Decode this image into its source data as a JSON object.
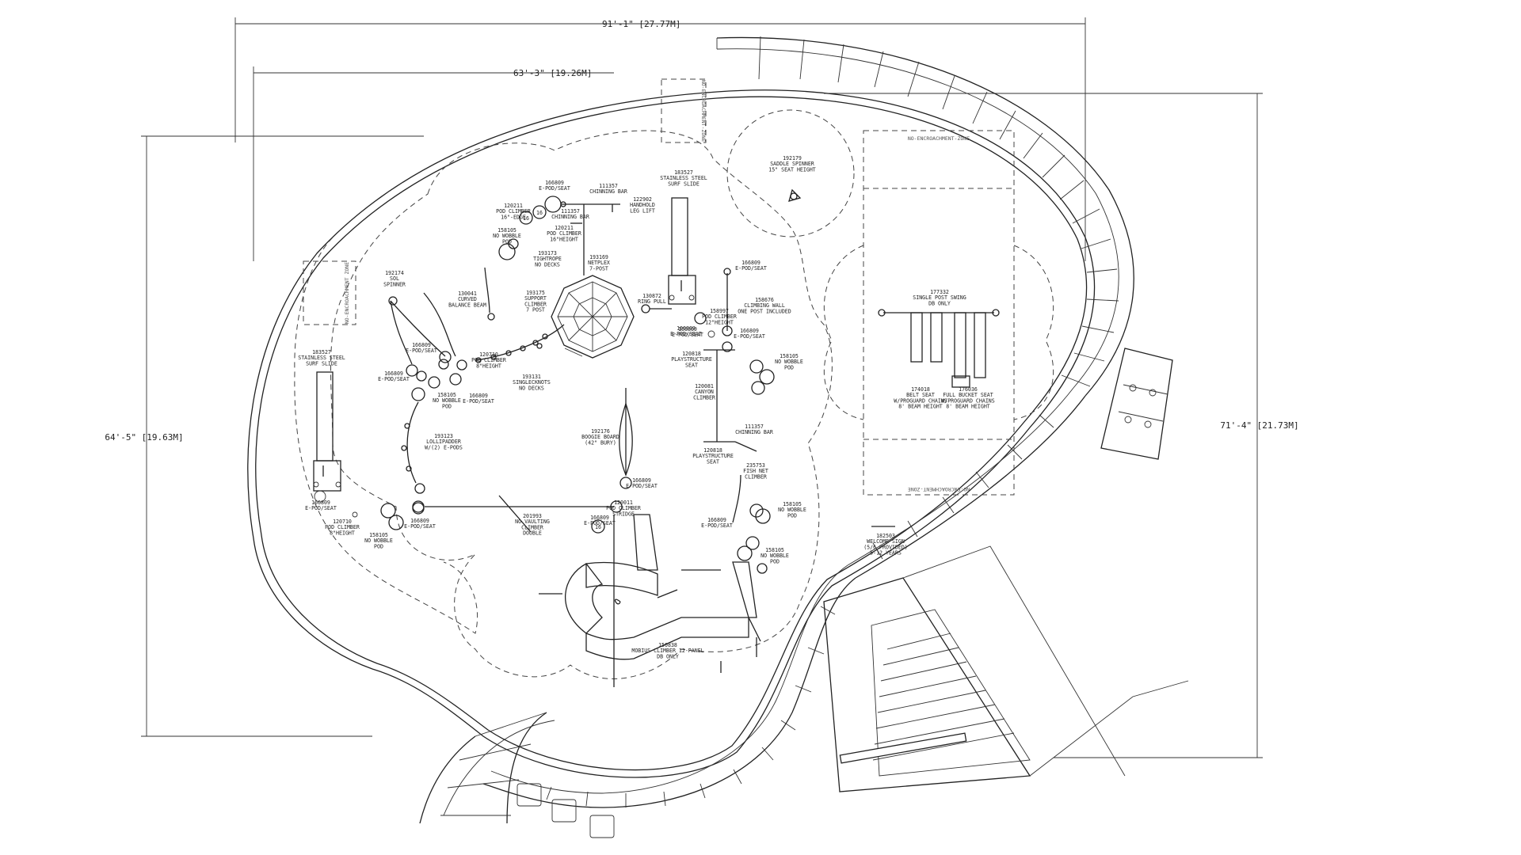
{
  "dimensions": {
    "overall_width": "91'-1\" [27.77M]",
    "inner_width": "63'-3\" [19.26M]",
    "left_height": "64'-5\" [19.63M]",
    "right_height": "71'-4\" [21.73M]"
  },
  "zones": {
    "no_encroachment_top": "NO-ENCROACHMENT-ZONE",
    "no_encroachment_left": "NO-ENCROACHMENT ZONE",
    "no_encroachment_swing_top": "NO-ENCROACHMENT-ZONE",
    "no_encroachment_swing_bottom": "NO-ENCROACHMENT-ZONE"
  },
  "callouts": [
    {
      "id": "c-surf-slide-left",
      "lines": [
        "183527",
        "STAINLESS STEEL",
        "SURF SLIDE"
      ]
    },
    {
      "id": "c-sol-spinner",
      "lines": [
        "192174",
        "SOL",
        "SPINNER"
      ]
    },
    {
      "id": "c-curved-balance-beam",
      "lines": [
        "130041",
        "CURVED",
        "BALANCE BEAM"
      ]
    },
    {
      "id": "c-pod-climber-16-a",
      "lines": [
        "120211",
        "POD CLIMBER",
        "16\"-EDGE"
      ]
    },
    {
      "id": "c-pod-climber-16-b",
      "lines": [
        "120211",
        "POD CLIMBER",
        "16\"HEIGHT"
      ]
    },
    {
      "id": "c-no-wobble-pod-a",
      "lines": [
        "158105",
        "NO WOBBLE",
        "POD"
      ]
    },
    {
      "id": "c-epod-seat-top",
      "lines": [
        "166809",
        "E-POD/SEAT"
      ]
    },
    {
      "id": "c-chinning-bar-top",
      "lines": [
        "111357",
        "CHINNING BAR"
      ]
    },
    {
      "id": "c-handhold-leg-lift",
      "lines": [
        "122902",
        "HANDHOLD",
        "LEG LIFT"
      ]
    },
    {
      "id": "c-chinning-bar-b",
      "lines": [
        "111357",
        "CHINNING BAR"
      ]
    },
    {
      "id": "c-surf-slide-right",
      "lines": [
        "183527",
        "STAINLESS STEEL",
        "SURF SLIDE"
      ]
    },
    {
      "id": "c-saddle-spinner",
      "lines": [
        "192179",
        "SADDLE SPINNER",
        "15\" SEAT HEIGHT"
      ]
    },
    {
      "id": "c-tightrope",
      "lines": [
        "193173",
        "TIGHTROPE",
        "NO DECKS"
      ]
    },
    {
      "id": "c-netplex",
      "lines": [
        "193169",
        "NETPLEX",
        "7-POST"
      ]
    },
    {
      "id": "c-support-climber",
      "lines": [
        "193175",
        "SUPPORT",
        "CLIMBER",
        "7 POST"
      ]
    },
    {
      "id": "c-ring-pull",
      "lines": [
        "130872",
        "RING PULL"
      ]
    },
    {
      "id": "c-epod-seat-right-top",
      "lines": [
        "166809",
        "E-POD/SEAT"
      ]
    },
    {
      "id": "c-pod-climber-12",
      "lines": [
        "158997",
        "POD CLIMBER",
        "12\"HEIGHT"
      ]
    },
    {
      "id": "c-climbing-wall",
      "lines": [
        "158676",
        "CLIMBING WALL",
        "ONE POST INCLUDED"
      ]
    },
    {
      "id": "c-epod-seat-mid",
      "lines": [
        "166809",
        "E-POD/SEAT"
      ]
    },
    {
      "id": "c-epod-seat-center",
      "lines": [
        "166809",
        "E-POD/SEAT"
      ]
    },
    {
      "id": "c-epod-seat-right",
      "lines": [
        "166809",
        "E-POD/SEAT"
      ]
    },
    {
      "id": "c-no-wobble-pod-b",
      "lines": [
        "158105",
        "NO WOBBLE",
        "POD"
      ]
    },
    {
      "id": "c-single-post-swing",
      "lines": [
        "177332",
        "SINGLE POST SWING",
        "DB ONLY"
      ]
    },
    {
      "id": "c-epod-seat-left-a",
      "lines": [
        "166809",
        "E-POD/SEAT"
      ]
    },
    {
      "id": "c-pod-climber-8-a",
      "lines": [
        "120710",
        "POD CLIMBER",
        "8\"HEIGHT"
      ]
    },
    {
      "id": "c-playstructure-seat-a",
      "lines": [
        "120818",
        "PLAYSTRUCTURE",
        "SEAT"
      ]
    },
    {
      "id": "c-epod-seat-left-b",
      "lines": [
        "166809",
        "E-POD/SEAT"
      ]
    },
    {
      "id": "c-no-wobble-pod-c",
      "lines": [
        "158105",
        "NO WOBBLE",
        "POD"
      ]
    },
    {
      "id": "c-epod-seat-left-c",
      "lines": [
        "166809",
        "E-POD/SEAT"
      ]
    },
    {
      "id": "c-singlecknots",
      "lines": [
        "193131",
        "SINGLECKNOTS",
        "NO DECKS"
      ]
    },
    {
      "id": "c-canyon-climber",
      "lines": [
        "120081",
        "CANYON",
        "CLIMBER"
      ]
    },
    {
      "id": "c-belt-seat",
      "lines": [
        "174018",
        "BELT SEAT",
        "W/PROGUARD CHAINS",
        "8' BEAM HEIGHT"
      ]
    },
    {
      "id": "c-bucket-seat",
      "lines": [
        "176036",
        "FULL BUCKET SEAT",
        "W/PROGUARD CHAINS",
        "8' BEAM HEIGHT"
      ]
    },
    {
      "id": "c-lollipadder",
      "lines": [
        "193123",
        "LOLLIPADDER",
        "W/(2) E-PODS"
      ]
    },
    {
      "id": "c-boogie-board",
      "lines": [
        "192176",
        "BOOGIE BOARD",
        "(42\" BURY)"
      ]
    },
    {
      "id": "c-chinning-bar-c",
      "lines": [
        "111357",
        "CHINNING BAR"
      ]
    },
    {
      "id": "c-playstructure-seat-b",
      "lines": [
        "120818",
        "PLAYSTRUCTURE",
        "SEAT"
      ]
    },
    {
      "id": "c-fish-net-climber",
      "lines": [
        "235753",
        "FISH NET",
        "CLIMBER"
      ]
    },
    {
      "id": "c-epod-seat-low",
      "lines": [
        "166809",
        "E-POD/SEAT"
      ]
    },
    {
      "id": "c-epod-seat-slide-left",
      "lines": [
        "166809",
        "E-POD/SEAT"
      ]
    },
    {
      "id": "c-pod-climber-8-b",
      "lines": [
        "120710",
        "POD CLIMBER",
        "8\"HEIGHT"
      ]
    },
    {
      "id": "c-no-wobble-pod-d",
      "lines": [
        "158105",
        "NO WOBBLE",
        "POD"
      ]
    },
    {
      "id": "c-epod-seat-bottom-left",
      "lines": [
        "166809",
        "E-POD/SEAT"
      ]
    },
    {
      "id": "c-vaulting-climber",
      "lines": [
        "201993",
        "NO VAULTING",
        "CLIMBER",
        "DOUBLE"
      ]
    },
    {
      "id": "c-pod-climber-stridge",
      "lines": [
        "120011",
        "POD CLIMBER",
        "STRIDGE"
      ]
    },
    {
      "id": "c-epod-seat-bottom",
      "lines": [
        "166809",
        "E-POD/SEAT"
      ]
    },
    {
      "id": "c-epod-seat-bottom-right",
      "lines": [
        "166809",
        "E-POD/SEAT"
      ]
    },
    {
      "id": "c-no-wobble-pod-e",
      "lines": [
        "158105",
        "NO WOBBLE",
        "POD"
      ]
    },
    {
      "id": "c-no-wobble-pod-f",
      "lines": [
        "158105",
        "NO WOBBLE",
        "POD"
      ]
    },
    {
      "id": "c-welcome-sign",
      "lines": [
        "182503",
        "WELCOME SIGN",
        "(5/6 PROVIDED)",
        "5-12 YEARS"
      ]
    },
    {
      "id": "c-mobius-climber",
      "lines": [
        "150838",
        "MOBIUS CLIMBER 12-PANEL",
        "DB ONLY"
      ]
    }
  ],
  "tags": [
    "16",
    "16",
    "16"
  ]
}
